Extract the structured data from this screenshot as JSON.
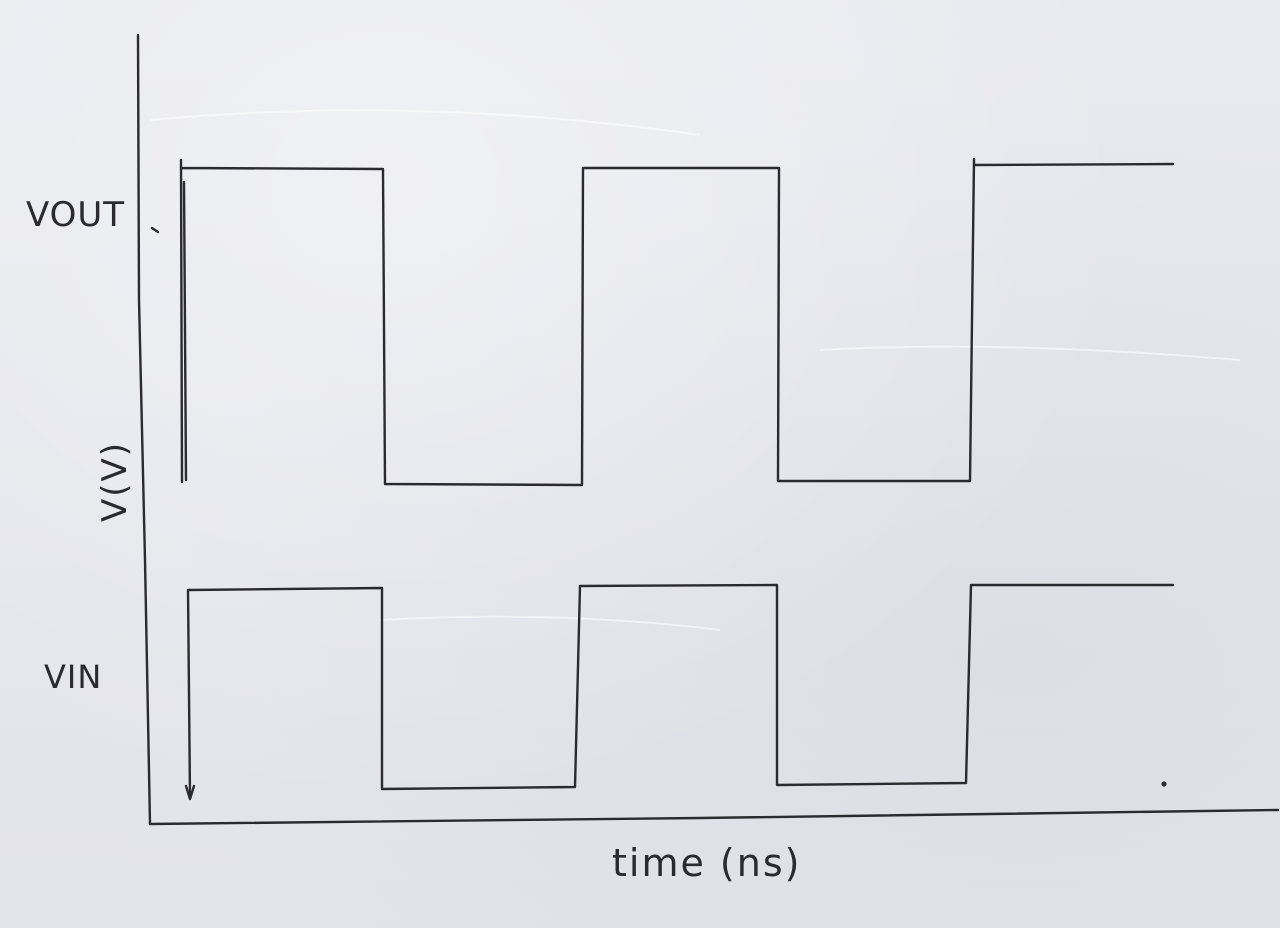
{
  "labels": {
    "vout": "VOUT",
    "vin": "VIN",
    "y_axis": "V(V)",
    "x_axis": "time (ns)"
  },
  "waveforms": {
    "vout": {
      "period_ns": 2,
      "starts_high": true,
      "duty": 0.5
    },
    "vin": {
      "period_ns": 2,
      "starts_high": true,
      "duty": 0.5
    }
  },
  "colors": {
    "ink": "#2a2a30",
    "paper": "#e6e7ec"
  }
}
